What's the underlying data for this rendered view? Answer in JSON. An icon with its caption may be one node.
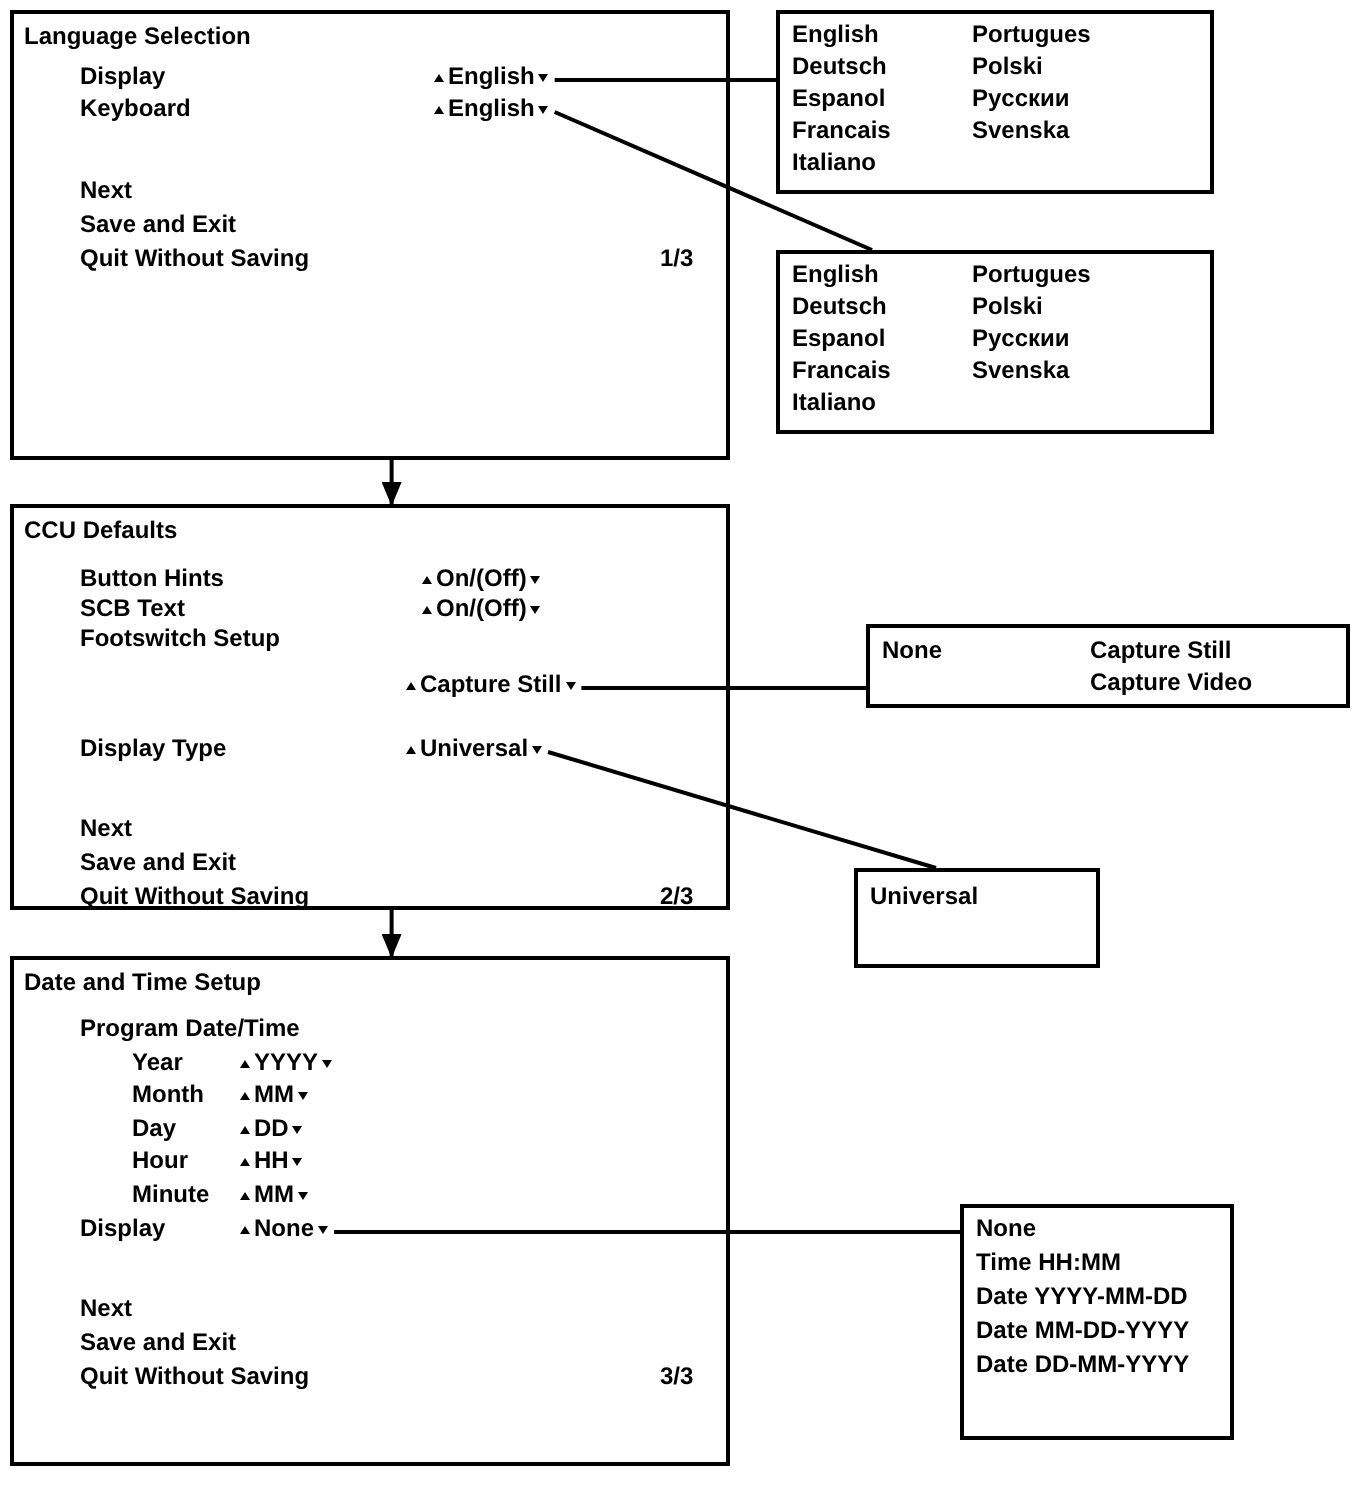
{
  "diagram": {
    "nodes": [
      {
        "text": [
          "Language Selection",
          "Display",
          "Keyboard",
          "Next",
          "Save and Exit",
          "Quit Without Saving",
          "1/3"
        ]
      },
      {
        "text": [
          "English"
        ],
        "in": 0
      },
      {
        "text": [
          "English"
        ],
        "in": 0
      },
      {
        "text": [
          "English",
          "Deutsch",
          "Espanol",
          "Francais",
          "Italiano",
          "Portugues",
          "Polski",
          "Руcскии",
          "Svenska"
        ]
      },
      {
        "text": [
          "English",
          "Deutsch",
          "Espanol",
          "Francais",
          "Italiano",
          "Portugues",
          "Polski",
          "Руcскии",
          "Svenska"
        ]
      },
      {
        "text": [
          "CCU Defaults",
          "Button Hints",
          "SCB Text",
          "Footswitch Setup",
          "Display Type",
          "Next",
          "Save and Exit",
          "Quit Without Saving",
          "2/3"
        ]
      },
      {
        "text": [
          "On/(Off)"
        ],
        "in": 5
      },
      {
        "text": [
          "On/(Off)"
        ],
        "in": 5
      },
      {
        "text": [
          "Capture Still"
        ],
        "in": 5
      },
      {
        "text": [
          "Universal"
        ],
        "in": 5
      },
      {
        "text": [
          "None",
          "Capture Still",
          "Capture Video"
        ]
      },
      {
        "text": [
          "Universal"
        ]
      },
      {
        "text": [
          "Date and Time Setup",
          "Program Date/Time",
          "Year",
          "Month",
          "Day",
          "Hour",
          "Minute",
          "Display",
          "Next",
          "Save and Exit",
          "Quit Without Saving",
          "3/3"
        ]
      },
      {
        "text": [
          "YYYY"
        ],
        "in": 12
      },
      {
        "text": [
          "MM"
        ],
        "in": 12
      },
      {
        "text": [
          "DD"
        ],
        "in": 12
      },
      {
        "text": [
          "HH"
        ],
        "in": 12
      },
      {
        "text": [
          "MM"
        ],
        "in": 12
      },
      {
        "text": [
          "None"
        ],
        "in": 12
      },
      {
        "text": [
          "None",
          "Time HH:MM",
          "Date YYYY-MM-DD",
          "Date MM-DD-YYYY",
          "Date DD-MM-YYYY"
        ]
      }
    ],
    "edges": [
      {
        "from": 0,
        "to": 5,
        "arrow": "to"
      },
      {
        "from": 1,
        "to": 3,
        "arrow": "none"
      },
      {
        "from": 2,
        "to": 4,
        "arrow": "none"
      },
      {
        "from": 5,
        "to": 12,
        "arrow": "to"
      },
      {
        "from": 8,
        "to": 10,
        "arrow": "none"
      },
      {
        "from": 9,
        "to": 11,
        "arrow": "none"
      },
      {
        "from": 18,
        "to": 19,
        "arrow": "none"
      }
    ]
  }
}
